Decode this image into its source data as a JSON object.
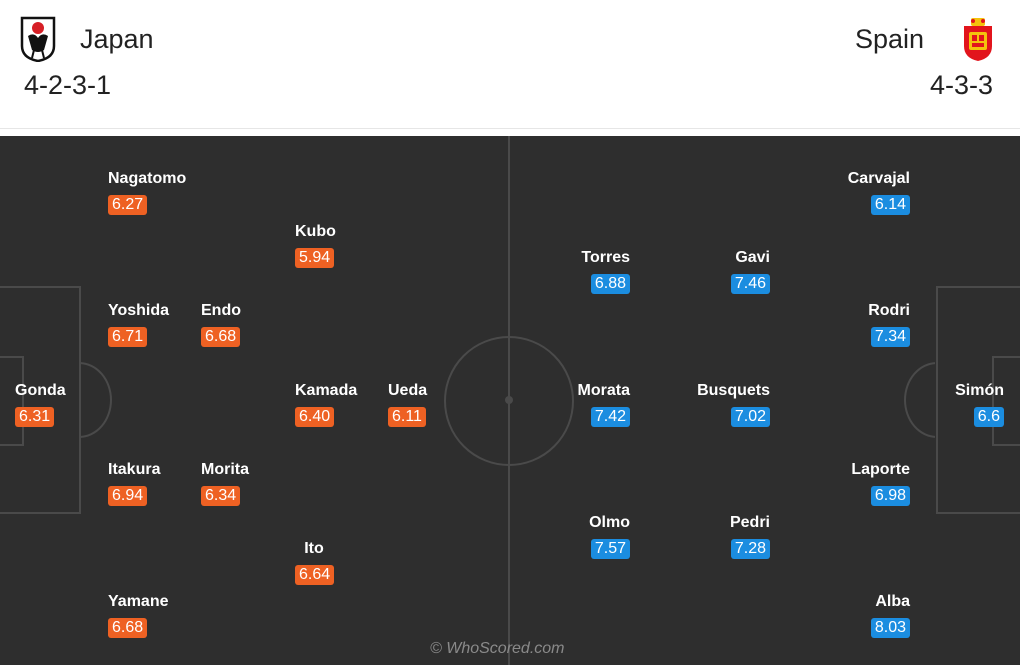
{
  "home": {
    "name": "Japan",
    "formation": "4-2-3-1",
    "crest_icon": "japan-football-association-crest",
    "rating_color": "#ee6123",
    "players": [
      {
        "name": "Nagatomo",
        "rating": "6.27"
      },
      {
        "name": "Kubo",
        "rating": "5.94"
      },
      {
        "name": "Yoshida",
        "rating": "6.71"
      },
      {
        "name": "Endo",
        "rating": "6.68"
      },
      {
        "name": "Gonda",
        "rating": "6.31"
      },
      {
        "name": "Kamada",
        "rating": "6.40"
      },
      {
        "name": "Ueda",
        "rating": "6.11"
      },
      {
        "name": "Itakura",
        "rating": "6.94"
      },
      {
        "name": "Morita",
        "rating": "6.34"
      },
      {
        "name": "Ito",
        "rating": "6.64"
      },
      {
        "name": "Yamane",
        "rating": "6.68"
      }
    ]
  },
  "away": {
    "name": "Spain",
    "formation": "4-3-3",
    "crest_icon": "spain-football-federation-crest",
    "rating_color": "#1b8de0",
    "players": [
      {
        "name": "Carvajal",
        "rating": "6.14"
      },
      {
        "name": "Torres",
        "rating": "6.88"
      },
      {
        "name": "Gavi",
        "rating": "7.46"
      },
      {
        "name": "Rodri",
        "rating": "7.34"
      },
      {
        "name": "Morata",
        "rating": "7.42"
      },
      {
        "name": "Busquets",
        "rating": "7.02"
      },
      {
        "name": "Simón",
        "rating": "6.6"
      },
      {
        "name": "Laporte",
        "rating": "6.98"
      },
      {
        "name": "Olmo",
        "rating": "7.57"
      },
      {
        "name": "Pedri",
        "rating": "7.28"
      },
      {
        "name": "Alba",
        "rating": "8.03"
      }
    ]
  },
  "watermark": "© WhoScored.com",
  "pitch_color": "#2e2e2e"
}
